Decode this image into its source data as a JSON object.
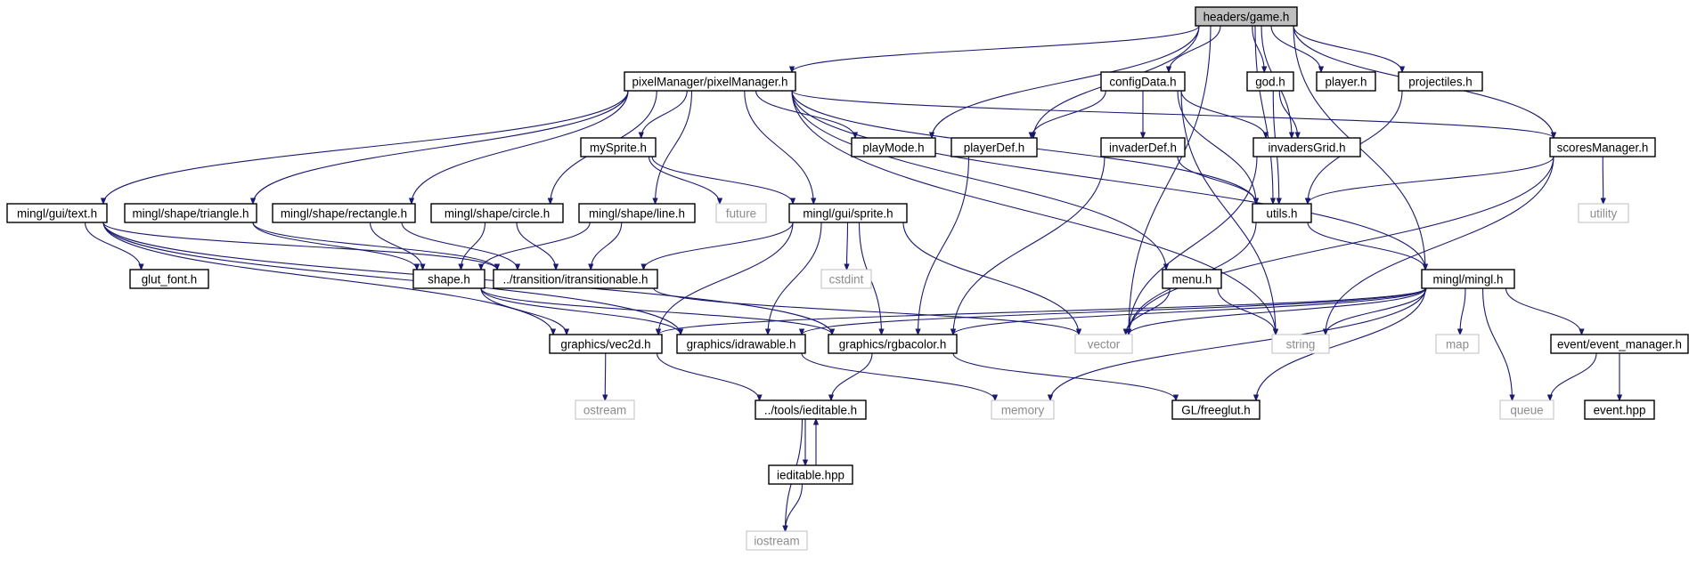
{
  "graph": {
    "title": "headers/game.h",
    "colors": {
      "edge": "#191970",
      "root_fill": "#bfbfbf",
      "external_border": "#bfbfbf",
      "external_text": "#8c8c8c"
    },
    "nodes": [
      {
        "id": "game",
        "label": "headers/game.h",
        "kind": "root"
      },
      {
        "id": "pixelManager",
        "label": "pixelManager/pixelManager.h",
        "kind": "local"
      },
      {
        "id": "configData",
        "label": "configData.h",
        "kind": "local"
      },
      {
        "id": "god",
        "label": "god.h",
        "kind": "local"
      },
      {
        "id": "player",
        "label": "player.h",
        "kind": "local"
      },
      {
        "id": "projectiles",
        "label": "projectiles.h",
        "kind": "local"
      },
      {
        "id": "mySprite",
        "label": "mySprite.h",
        "kind": "local"
      },
      {
        "id": "playMode",
        "label": "playMode.h",
        "kind": "local"
      },
      {
        "id": "playerDef",
        "label": "playerDef.h",
        "kind": "local"
      },
      {
        "id": "invaderDef",
        "label": "invaderDef.h",
        "kind": "local"
      },
      {
        "id": "invadersGrid",
        "label": "invadersGrid.h",
        "kind": "local"
      },
      {
        "id": "scoresManager",
        "label": "scoresManager.h",
        "kind": "local"
      },
      {
        "id": "text",
        "label": "mingl/gui/text.h",
        "kind": "local"
      },
      {
        "id": "triangle",
        "label": "mingl/shape/triangle.h",
        "kind": "local"
      },
      {
        "id": "rectangle",
        "label": "mingl/shape/rectangle.h",
        "kind": "local"
      },
      {
        "id": "circle",
        "label": "mingl/shape/circle.h",
        "kind": "local"
      },
      {
        "id": "line",
        "label": "mingl/shape/line.h",
        "kind": "local"
      },
      {
        "id": "future",
        "label": "future",
        "kind": "external"
      },
      {
        "id": "sprite",
        "label": "mingl/gui/sprite.h",
        "kind": "local"
      },
      {
        "id": "utils",
        "label": "utils.h",
        "kind": "local"
      },
      {
        "id": "utility",
        "label": "utility",
        "kind": "external"
      },
      {
        "id": "glut_font",
        "label": "glut_font.h",
        "kind": "local"
      },
      {
        "id": "shape",
        "label": "shape.h",
        "kind": "local"
      },
      {
        "id": "itransitionable",
        "label": "../transition/itransitionable.h",
        "kind": "local"
      },
      {
        "id": "cstdint",
        "label": "cstdint",
        "kind": "external"
      },
      {
        "id": "menu",
        "label": "menu.h",
        "kind": "local"
      },
      {
        "id": "mingl",
        "label": "mingl/mingl.h",
        "kind": "local"
      },
      {
        "id": "vec2d",
        "label": "graphics/vec2d.h",
        "kind": "local"
      },
      {
        "id": "idrawable",
        "label": "graphics/idrawable.h",
        "kind": "local"
      },
      {
        "id": "rgbacolor",
        "label": "graphics/rgbacolor.h",
        "kind": "local"
      },
      {
        "id": "vector",
        "label": "vector",
        "kind": "external"
      },
      {
        "id": "string",
        "label": "string",
        "kind": "external"
      },
      {
        "id": "map",
        "label": "map",
        "kind": "external"
      },
      {
        "id": "event_manager",
        "label": "event/event_manager.h",
        "kind": "local"
      },
      {
        "id": "ostream",
        "label": "ostream",
        "kind": "external"
      },
      {
        "id": "ieditable_h",
        "label": "../tools/ieditable.h",
        "kind": "local"
      },
      {
        "id": "memory",
        "label": "memory",
        "kind": "external"
      },
      {
        "id": "freeglut",
        "label": "GL/freeglut.h",
        "kind": "local"
      },
      {
        "id": "queue",
        "label": "queue",
        "kind": "external"
      },
      {
        "id": "event_hpp",
        "label": "event.hpp",
        "kind": "local"
      },
      {
        "id": "ieditable_hpp",
        "label": "ieditable.hpp",
        "kind": "local"
      },
      {
        "id": "iostream",
        "label": "iostream",
        "kind": "external"
      }
    ],
    "edges": [
      [
        "game",
        "pixelManager"
      ],
      [
        "game",
        "playMode"
      ],
      [
        "game",
        "playerDef"
      ],
      [
        "game",
        "configData"
      ],
      [
        "game",
        "vector"
      ],
      [
        "game",
        "invadersGrid"
      ],
      [
        "game",
        "god"
      ],
      [
        "game",
        "player"
      ],
      [
        "game",
        "projectiles"
      ],
      [
        "game",
        "utils"
      ],
      [
        "game",
        "scoresManager"
      ],
      [
        "game",
        "mingl"
      ],
      [
        "pixelManager",
        "text"
      ],
      [
        "pixelManager",
        "triangle"
      ],
      [
        "pixelManager",
        "rectangle"
      ],
      [
        "pixelManager",
        "circle"
      ],
      [
        "pixelManager",
        "line"
      ],
      [
        "pixelManager",
        "mySprite"
      ],
      [
        "pixelManager",
        "playMode"
      ],
      [
        "pixelManager",
        "sprite"
      ],
      [
        "pixelManager",
        "menu"
      ],
      [
        "pixelManager",
        "string"
      ],
      [
        "pixelManager",
        "utils"
      ],
      [
        "pixelManager",
        "scoresManager"
      ],
      [
        "pixelManager",
        "mingl"
      ],
      [
        "configData",
        "playerDef"
      ],
      [
        "configData",
        "invaderDef"
      ],
      [
        "configData",
        "invadersGrid"
      ],
      [
        "configData",
        "utils"
      ],
      [
        "configData",
        "string"
      ],
      [
        "god",
        "invadersGrid"
      ],
      [
        "god",
        "utils"
      ],
      [
        "projectiles",
        "utils"
      ],
      [
        "mySprite",
        "future"
      ],
      [
        "mySprite",
        "sprite"
      ],
      [
        "playerDef",
        "rgbacolor"
      ],
      [
        "invaderDef",
        "rgbacolor"
      ],
      [
        "invaderDef",
        "utils"
      ],
      [
        "invadersGrid",
        "vector"
      ],
      [
        "scoresManager",
        "utils"
      ],
      [
        "scoresManager",
        "utility"
      ],
      [
        "scoresManager",
        "vector"
      ],
      [
        "scoresManager",
        "string"
      ],
      [
        "text",
        "glut_font"
      ],
      [
        "text",
        "itransitionable"
      ],
      [
        "text",
        "vec2d"
      ],
      [
        "text",
        "idrawable"
      ],
      [
        "text",
        "rgbacolor"
      ],
      [
        "triangle",
        "shape"
      ],
      [
        "triangle",
        "itransitionable"
      ],
      [
        "rectangle",
        "shape"
      ],
      [
        "rectangle",
        "itransitionable"
      ],
      [
        "circle",
        "shape"
      ],
      [
        "circle",
        "itransitionable"
      ],
      [
        "line",
        "shape"
      ],
      [
        "line",
        "itransitionable"
      ],
      [
        "sprite",
        "itransitionable"
      ],
      [
        "sprite",
        "cstdint"
      ],
      [
        "sprite",
        "vec2d"
      ],
      [
        "sprite",
        "idrawable"
      ],
      [
        "sprite",
        "rgbacolor"
      ],
      [
        "sprite",
        "vector"
      ],
      [
        "utils",
        "vector"
      ],
      [
        "utils",
        "mingl"
      ],
      [
        "shape",
        "vec2d"
      ],
      [
        "shape",
        "idrawable"
      ],
      [
        "shape",
        "rgbacolor"
      ],
      [
        "itransitionable",
        "vector"
      ],
      [
        "menu",
        "vector"
      ],
      [
        "menu",
        "string"
      ],
      [
        "mingl",
        "vec2d"
      ],
      [
        "mingl",
        "idrawable"
      ],
      [
        "mingl",
        "rgbacolor"
      ],
      [
        "mingl",
        "vector"
      ],
      [
        "mingl",
        "string"
      ],
      [
        "mingl",
        "map"
      ],
      [
        "mingl",
        "queue"
      ],
      [
        "mingl",
        "event_manager"
      ],
      [
        "mingl",
        "memory"
      ],
      [
        "mingl",
        "freeglut"
      ],
      [
        "event_manager",
        "queue"
      ],
      [
        "event_manager",
        "event_hpp"
      ],
      [
        "vec2d",
        "ostream"
      ],
      [
        "vec2d",
        "ieditable_h"
      ],
      [
        "idrawable",
        "memory"
      ],
      [
        "rgbacolor",
        "ieditable_h"
      ],
      [
        "rgbacolor",
        "freeglut"
      ],
      [
        "ieditable_h",
        "ieditable_hpp"
      ],
      [
        "ieditable_h",
        "iostream"
      ],
      [
        "ieditable_hpp",
        "ieditable_h"
      ],
      [
        "ieditable_hpp",
        "iostream"
      ]
    ]
  }
}
